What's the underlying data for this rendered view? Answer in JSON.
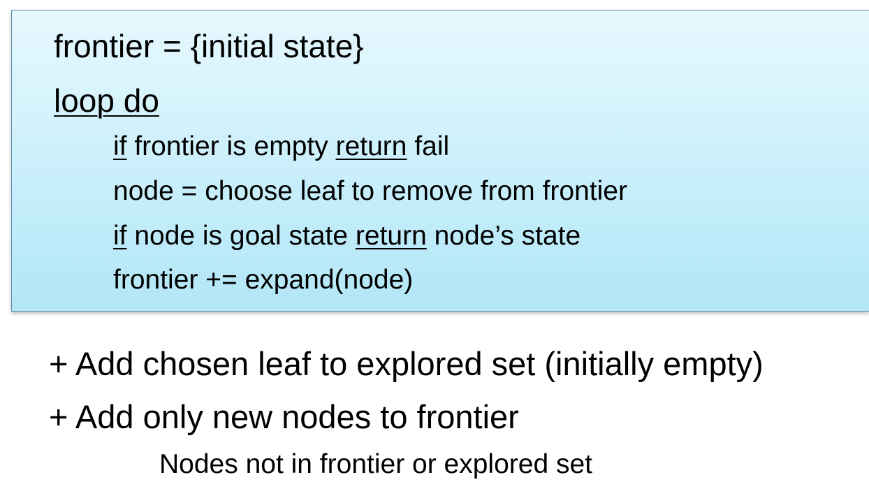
{
  "algorithm": {
    "line1": "frontier = {initial state}",
    "loop_keyword": "loop do",
    "line3": {
      "if_kw": "if",
      "middle": " frontier is empty ",
      "return_kw": "return",
      "end": " fail"
    },
    "line4": "node = choose leaf to remove from frontier",
    "line5": {
      "if_kw": "if",
      "middle": " node is goal state ",
      "return_kw": "return",
      "end": " node’s state"
    },
    "line6": "frontier += expand(node)"
  },
  "notes": {
    "note1": "+ Add chosen leaf to explored set (initially empty)",
    "note2": "+ Add only new nodes to frontier",
    "note3": "Nodes not in frontier or explored set"
  }
}
